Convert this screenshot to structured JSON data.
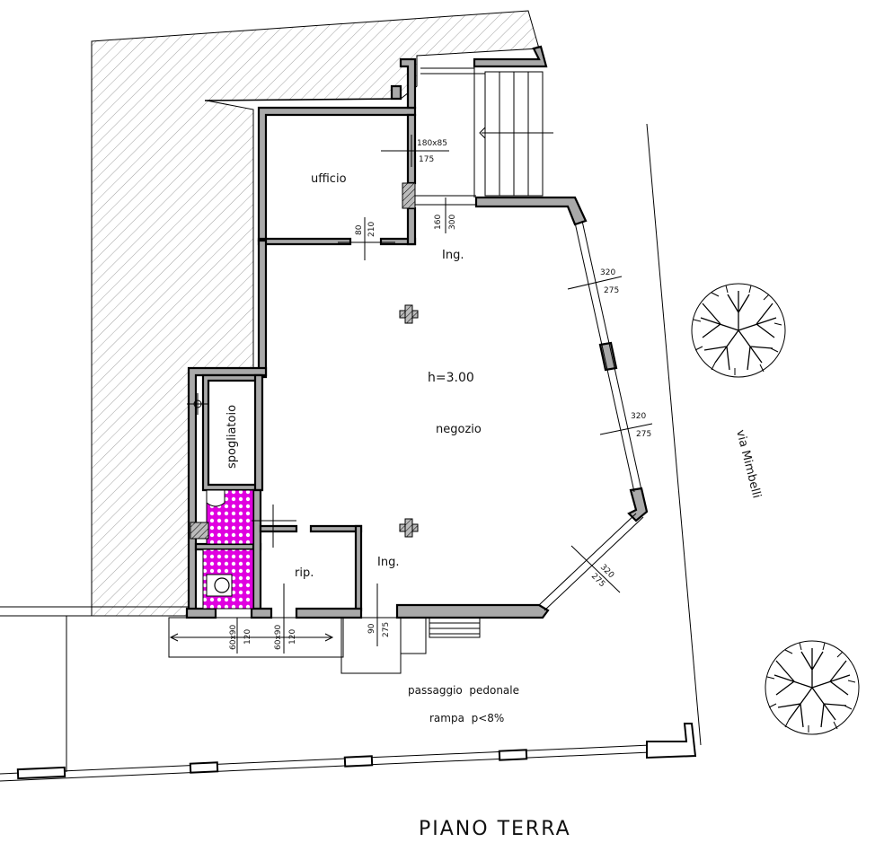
{
  "title": "PIANO TERRA",
  "rooms": {
    "ufficio": "ufficio",
    "ingresso_top": "Ing.",
    "negozio": "negozio",
    "height": "h=3.00",
    "spogliatoio": "spogliatoio",
    "ripostiglio": "rip.",
    "ingresso_bottom": "Ing."
  },
  "street": "via Mimbelli",
  "outside": {
    "passage": "passaggio  pedonale",
    "ramp": "rampa  p<8%"
  },
  "dimensions": {
    "office_window_top": "180x85",
    "office_window_bottom": "175",
    "office_door_top": "80",
    "office_door_bottom": "210",
    "entrance_door_top": "160",
    "entrance_door_bottom": "300",
    "window_east_1_top": "320",
    "window_east_1_bottom": "275",
    "window_east_2_top": "320",
    "window_east_2_bottom": "275",
    "window_se_top": "320",
    "window_se_bottom": "275",
    "wc_window_top": "60x90",
    "wc_window_bottom": "120",
    "rip_window_top": "60x90",
    "rip_window_bottom": "120",
    "entrance_bottom_top": "90",
    "entrance_bottom_bottom": "275"
  },
  "colors": {
    "wall_fill": "#a9a9a9",
    "tile_magenta": "#e000e0",
    "hatch": "#8a8a8a"
  }
}
